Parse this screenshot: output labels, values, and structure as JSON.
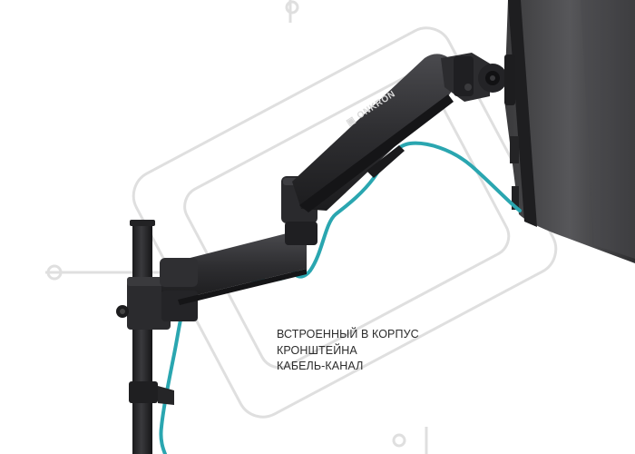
{
  "product": {
    "brand_logo_text": "ONKRON",
    "caption_lines": [
      "ВСТРОЕННЫЙ В КОРПУС",
      "КРОНШТЕЙНА",
      "КАБЕЛЬ-КАНАЛ"
    ]
  },
  "colors": {
    "background": "#ffffff",
    "metal": "#2a2a2c",
    "metal_highlight": "#4a4a4e",
    "cable": "#2aa6b0",
    "watermark": "#cfcfcf",
    "caption_text": "#2b2b2b"
  }
}
